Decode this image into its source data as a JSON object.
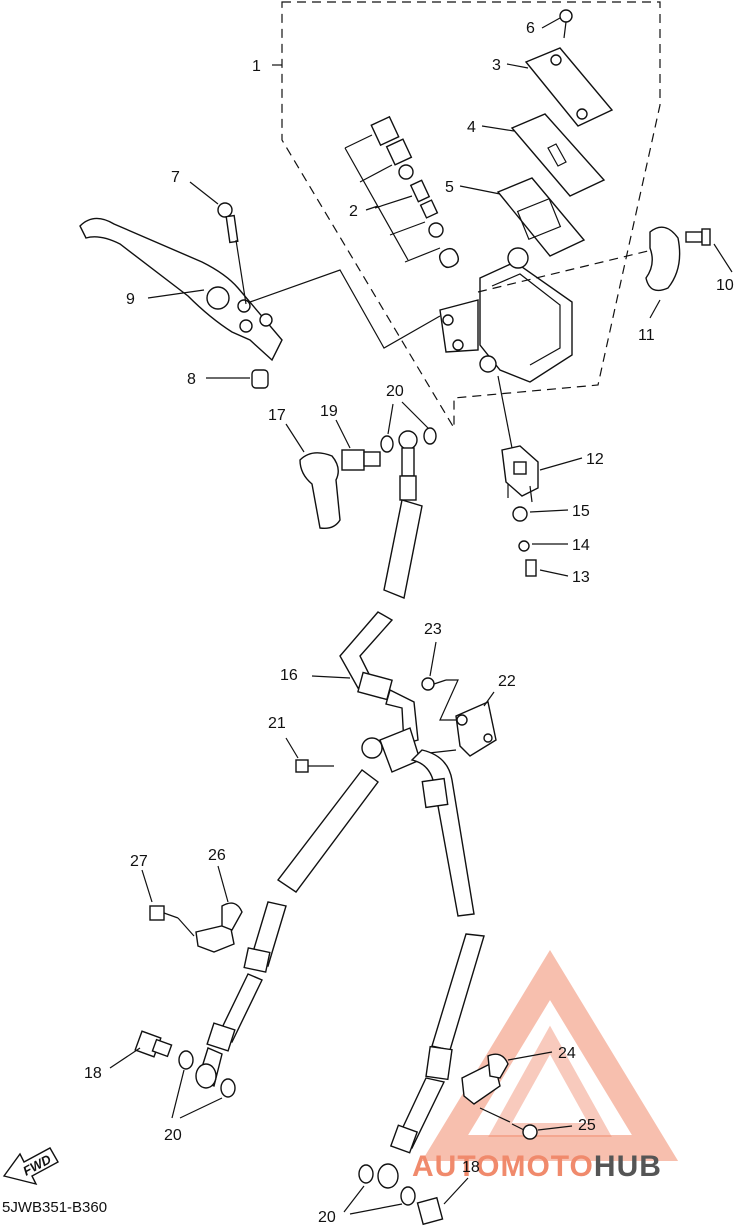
{
  "diagram": {
    "callouts": [
      "1",
      "2",
      "3",
      "4",
      "5",
      "6",
      "7",
      "8",
      "9",
      "10",
      "11",
      "12",
      "13",
      "14",
      "15",
      "16",
      "17",
      "18",
      "19",
      "20",
      "21",
      "22",
      "23",
      "24",
      "25",
      "26",
      "27",
      "18",
      "20",
      "20"
    ],
    "diagram_code": "5JWB351-B360",
    "direction_badge": "FWD"
  },
  "watermark": {
    "brand_left": "AUTO",
    "brand_mid": "MOTO",
    "brand_right": "HUB",
    "accent_color": "#f08a6c",
    "dark_color": "#555555"
  }
}
